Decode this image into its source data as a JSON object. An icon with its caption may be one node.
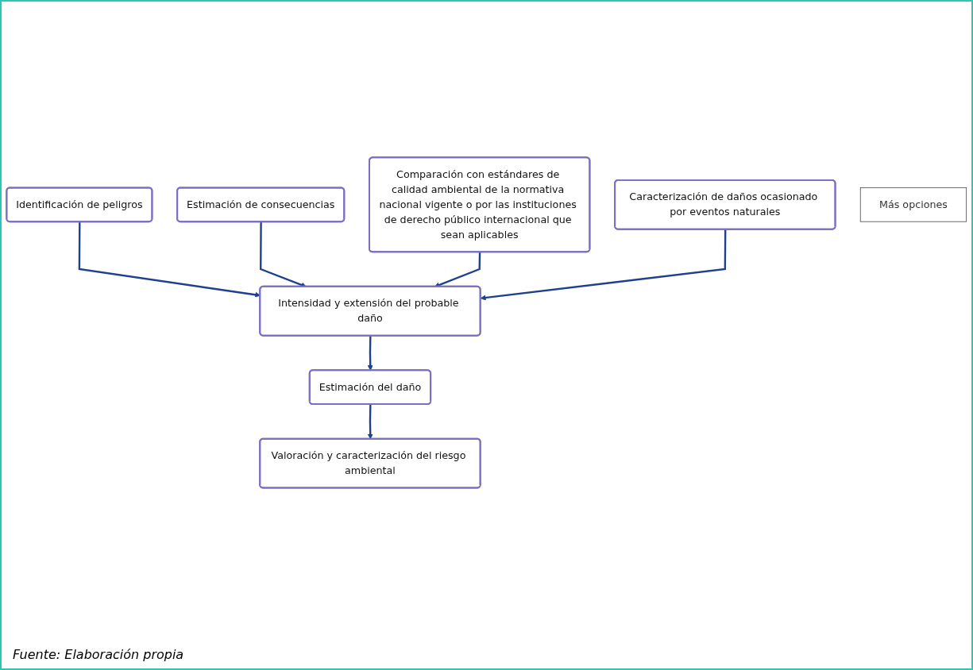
{
  "diagram": {
    "caption": "Fuente: Elaboración propia",
    "nodes": [
      {
        "text": [
          "Identificación de peligros"
        ]
      },
      {
        "text": [
          "Estimación de consecuencias"
        ]
      },
      {
        "text": [
          "Comparación con estándares de calidad ambiental de la normativa nacional vigente o por las instituciones de derecho público internacional que sean aplicables"
        ]
      },
      {
        "text": [
          "Caracterización de daños ocasionado por eventos naturales"
        ]
      },
      {
        "text": [
          "Intensidad y extensión del probable daño"
        ]
      },
      {
        "text": [
          "Estimación del daño"
        ]
      },
      {
        "text": [
          "Más opciones"
        ]
      },
      {
        "text": [
          "Valoración y caracterización del riesgo ambiental"
        ]
      }
    ],
    "edges": [
      {
        "from": 0,
        "to": 4,
        "arrow": "to"
      },
      {
        "from": 1,
        "to": 4,
        "arrow": "to"
      },
      {
        "from": 2,
        "to": 4,
        "arrow": "to"
      },
      {
        "from": 3,
        "to": 4,
        "arrow": "to"
      },
      {
        "from": 4,
        "to": 5,
        "arrow": "to"
      },
      {
        "from": 5,
        "to": 7,
        "arrow": "to"
      }
    ]
  }
}
